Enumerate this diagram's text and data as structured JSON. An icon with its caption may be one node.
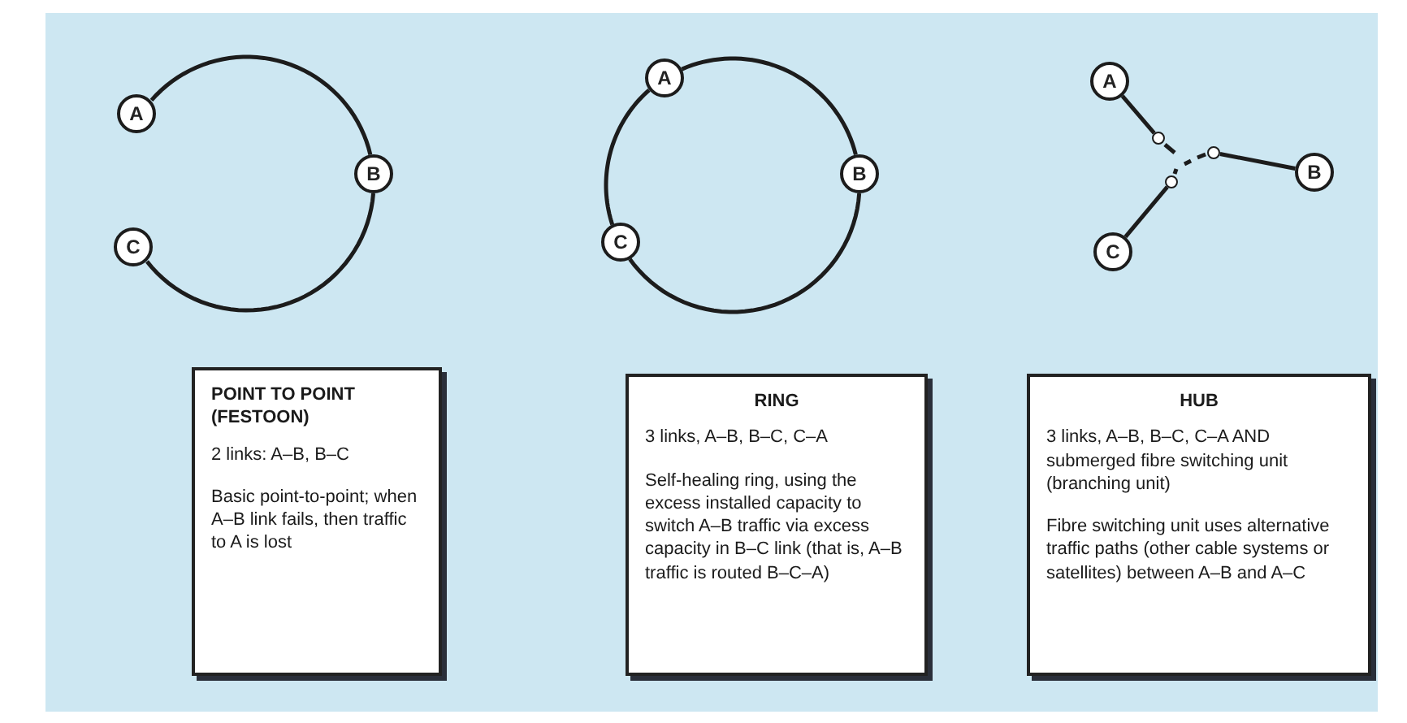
{
  "diagram": {
    "nodes": [
      {
        "text": [
          "A"
        ]
      },
      {
        "text": [
          "B"
        ]
      },
      {
        "text": [
          "C"
        ]
      },
      {
        "text": [
          "A"
        ]
      },
      {
        "text": [
          "B"
        ]
      },
      {
        "text": [
          "C"
        ]
      },
      {
        "text": [
          "A"
        ]
      },
      {
        "text": [
          "B"
        ]
      },
      {
        "text": [
          "C"
        ]
      },
      {
        "text": [],
        "shape": "circle"
      },
      {
        "text": [],
        "shape": "circle"
      },
      {
        "text": [],
        "shape": "circle"
      },
      {
        "text": [
          "POINT TO POINT (FESTOON)",
          "2 links: A–B, B–C",
          "Basic point-to-point; when A–B link fails, then traffic to A is lost"
        ]
      },
      {
        "text": [
          "RING",
          "3 links, A–B, B–C, C–A",
          "Self-healing ring, using the excess installed capacity to switch A–B traffic via excess capacity in B–C link (that is, A–B traffic is routed B–C–A)"
        ]
      },
      {
        "text": [
          "HUB",
          "3 links, A–B, B–C, C–A AND submerged fibre switching unit (branching unit)",
          "Fibre switching unit uses alternative traffic paths (other cable systems or satellites) between A–B and A–C"
        ]
      }
    ],
    "edges": [
      {
        "from": 0,
        "to": 1,
        "arrow": "none"
      },
      {
        "from": 1,
        "to": 2,
        "arrow": "none"
      },
      {
        "from": 3,
        "to": 4,
        "arrow": "none"
      },
      {
        "from": 4,
        "to": 5,
        "arrow": "none"
      },
      {
        "from": 5,
        "to": 3,
        "arrow": "none"
      },
      {
        "from": 6,
        "to": 9,
        "arrow": "none"
      },
      {
        "from": 7,
        "to": 10,
        "arrow": "none"
      },
      {
        "from": 8,
        "to": 11,
        "arrow": "none"
      }
    ]
  }
}
